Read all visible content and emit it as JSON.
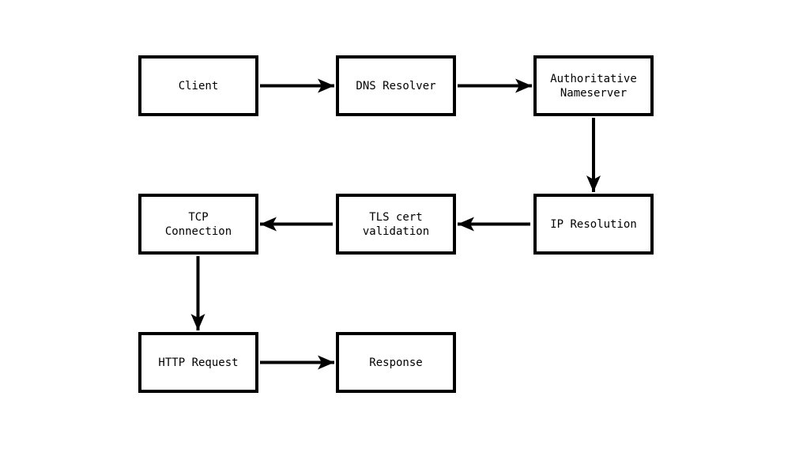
{
  "diagram": {
    "type": "flowchart",
    "nodes": [
      {
        "id": "client",
        "label": "Client"
      },
      {
        "id": "dns-resolver",
        "label": "DNS Resolver"
      },
      {
        "id": "authoritative-nameserver",
        "label": "Authoritative Nameserver"
      },
      {
        "id": "ip-resolution",
        "label": "IP Resolution"
      },
      {
        "id": "tls-cert-validation",
        "label": "TLS cert validation"
      },
      {
        "id": "tcp-connection",
        "label": "TCP Connection"
      },
      {
        "id": "http-request",
        "label": "HTTP Request"
      },
      {
        "id": "response",
        "label": "Response"
      }
    ],
    "edges": [
      {
        "from": "Client",
        "to": "DNS Resolver",
        "direction": "right"
      },
      {
        "from": "DNS Resolver",
        "to": "Authoritative Nameserver",
        "direction": "right"
      },
      {
        "from": "Authoritative Nameserver",
        "to": "IP Resolution",
        "direction": "down"
      },
      {
        "from": "IP Resolution",
        "to": "TLS cert validation",
        "direction": "left"
      },
      {
        "from": "TLS cert validation",
        "to": "TCP Connection",
        "direction": "left"
      },
      {
        "from": "TCP Connection",
        "to": "HTTP Request",
        "direction": "down"
      },
      {
        "from": "HTTP Request",
        "to": "Response",
        "direction": "right"
      }
    ],
    "colors": {
      "stroke": "#000000",
      "node_fill": "#ffffff",
      "background": "#ffffff"
    }
  }
}
